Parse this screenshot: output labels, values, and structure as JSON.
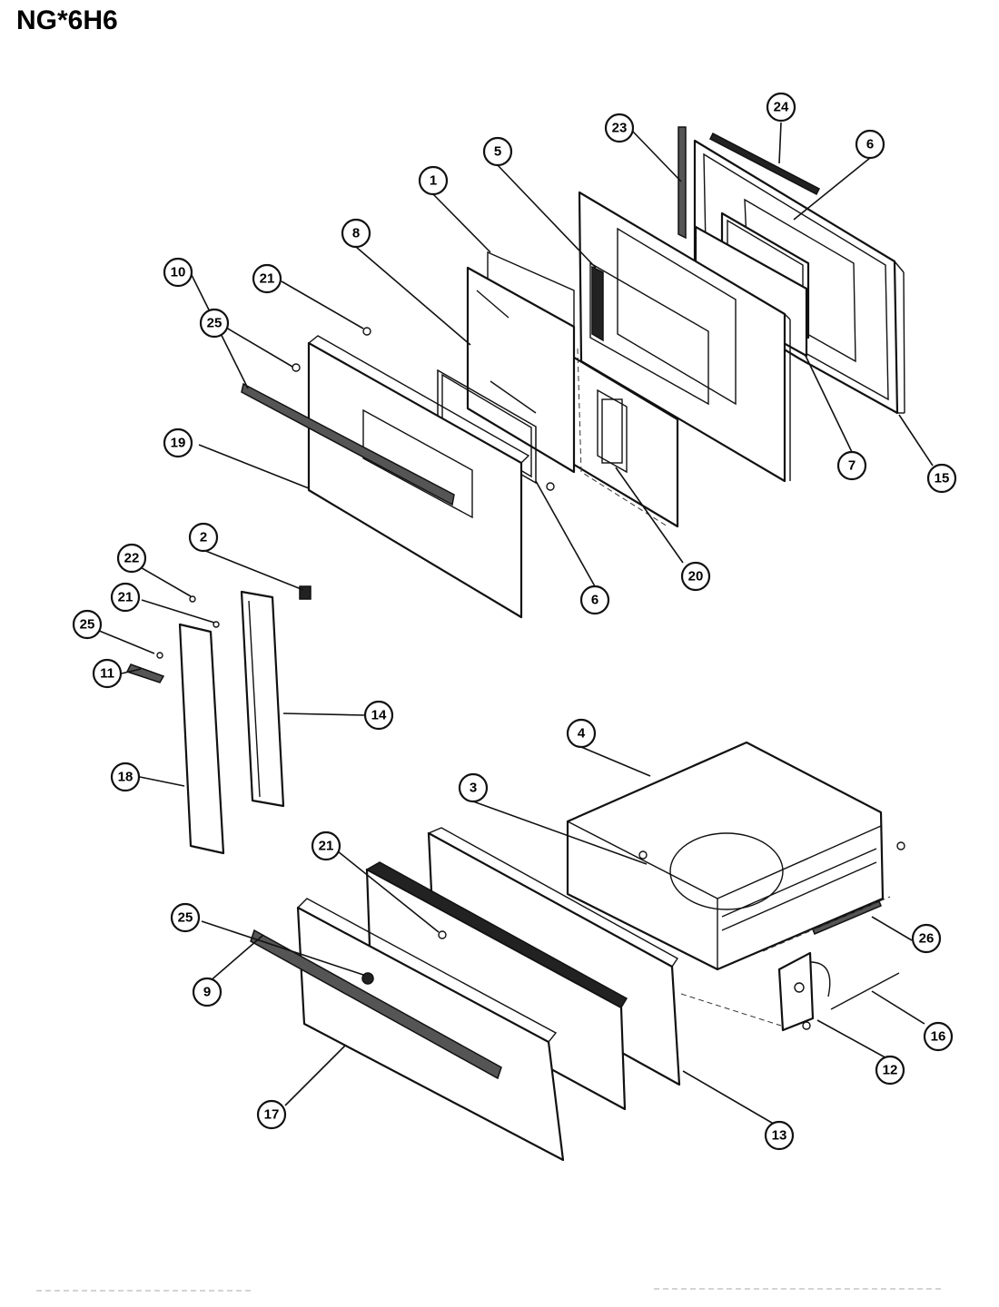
{
  "title": "NG*6H6",
  "callouts": [
    {
      "label": "1"
    },
    {
      "label": "2"
    },
    {
      "label": "3"
    },
    {
      "label": "4"
    },
    {
      "label": "5"
    },
    {
      "label": "6"
    },
    {
      "label": "6"
    },
    {
      "label": "7"
    },
    {
      "label": "8"
    },
    {
      "label": "9"
    },
    {
      "label": "10"
    },
    {
      "label": "11"
    },
    {
      "label": "12"
    },
    {
      "label": "13"
    },
    {
      "label": "14"
    },
    {
      "label": "15"
    },
    {
      "label": "16"
    },
    {
      "label": "17"
    },
    {
      "label": "18"
    },
    {
      "label": "19"
    },
    {
      "label": "20"
    },
    {
      "label": "21"
    },
    {
      "label": "21"
    },
    {
      "label": "21"
    },
    {
      "label": "22"
    },
    {
      "label": "23"
    },
    {
      "label": "24"
    },
    {
      "label": "25"
    },
    {
      "label": "25"
    },
    {
      "label": "25"
    },
    {
      "label": "26"
    }
  ]
}
